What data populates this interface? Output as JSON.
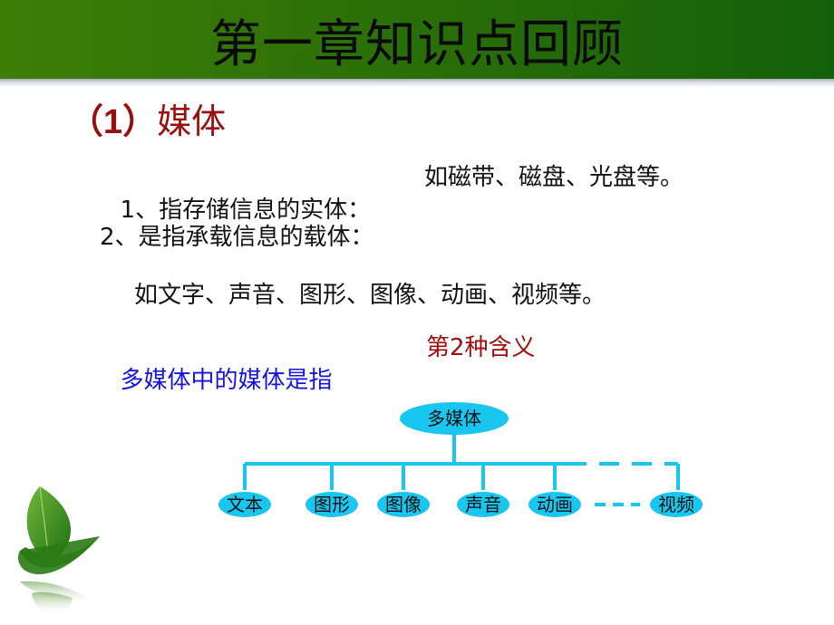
{
  "header": {
    "title": "第一章知识点回顾"
  },
  "section": {
    "num": "（1）",
    "title": "媒体"
  },
  "content": {
    "item1": {
      "label": "1、指存储信息的实体：",
      "example": "如磁带、磁盘、光盘等。"
    },
    "item2": {
      "label": "2、是指承载信息的载体：",
      "example": "如文字、声音、图形、图像、动画、视频等。"
    },
    "note": {
      "text": "多媒体中的媒体是指",
      "answer": "第2种含义"
    }
  },
  "diagram": {
    "root": "多媒体",
    "children": [
      "文本",
      "图形",
      "图像",
      "声音",
      "动画",
      "视频"
    ],
    "line_color": "#19c6ef",
    "node_color": "#19c6ef"
  },
  "colors": {
    "header_start": "#3e7d06",
    "header_end": "#14600a",
    "section_red": "#9a0d0d",
    "note_blue": "#1414e0",
    "answer_red": "#a00d0d"
  },
  "decoration": {
    "icon": "leaf-icon"
  }
}
